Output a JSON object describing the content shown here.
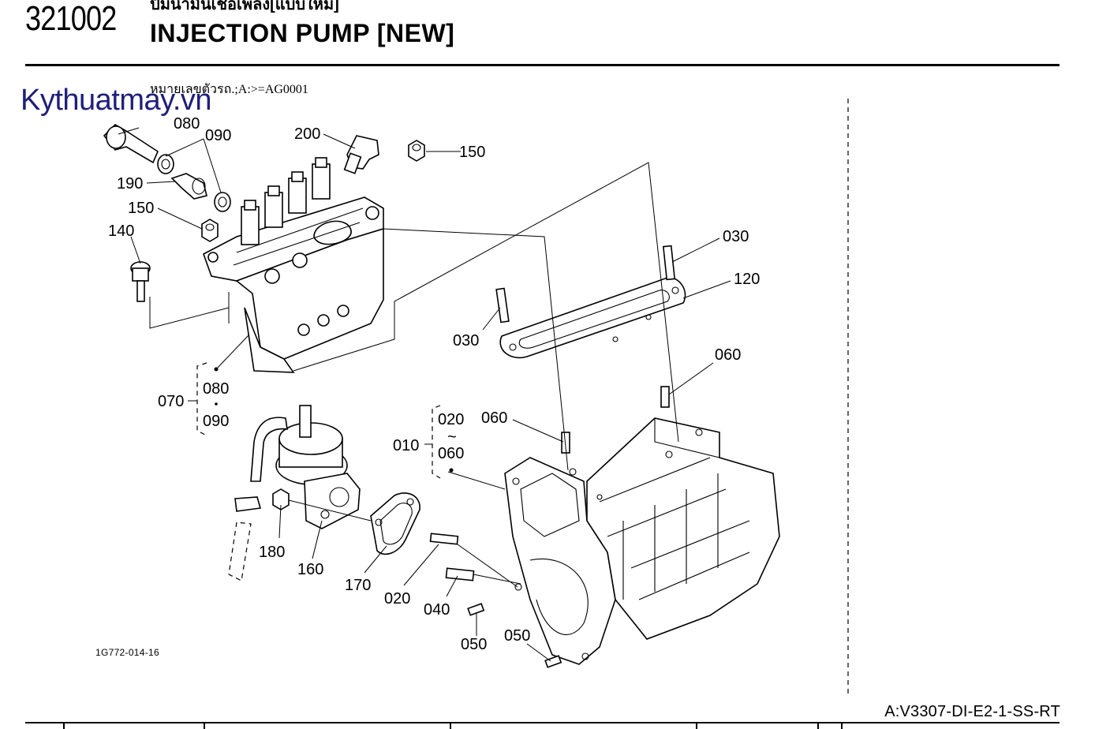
{
  "header": {
    "part_group_code": "321002",
    "title_thai": "ปั๊มน้ำมันเชื้อเพลิง[แบบใหม่]",
    "title_en": "INJECTION PUMP [NEW]",
    "serial_note": "หมายเลขตัวรถ.;A:>=AG0001"
  },
  "watermark": "Kythuatmay.vn",
  "callouts": {
    "c080a": "080",
    "c090a": "090",
    "c200": "200",
    "c150a": "150",
    "c190": "190",
    "c150b": "150",
    "c140": "140",
    "c030a": "030",
    "c120": "120",
    "c030b": "030",
    "c060a": "060",
    "c060b": "060",
    "c070": "070",
    "c080b": "080",
    "c090b": "090",
    "c010": "010",
    "c020r": "020",
    "c060r": "060",
    "tilde": "~",
    "c180": "180",
    "c160": "160",
    "c170": "170",
    "c020": "020",
    "c040": "040",
    "c050a": "050",
    "c050b": "050"
  },
  "footer": {
    "drawing_ref": "1G772-014-16",
    "model_code": "A:V3307-DI-E2-1-SS-RT"
  }
}
